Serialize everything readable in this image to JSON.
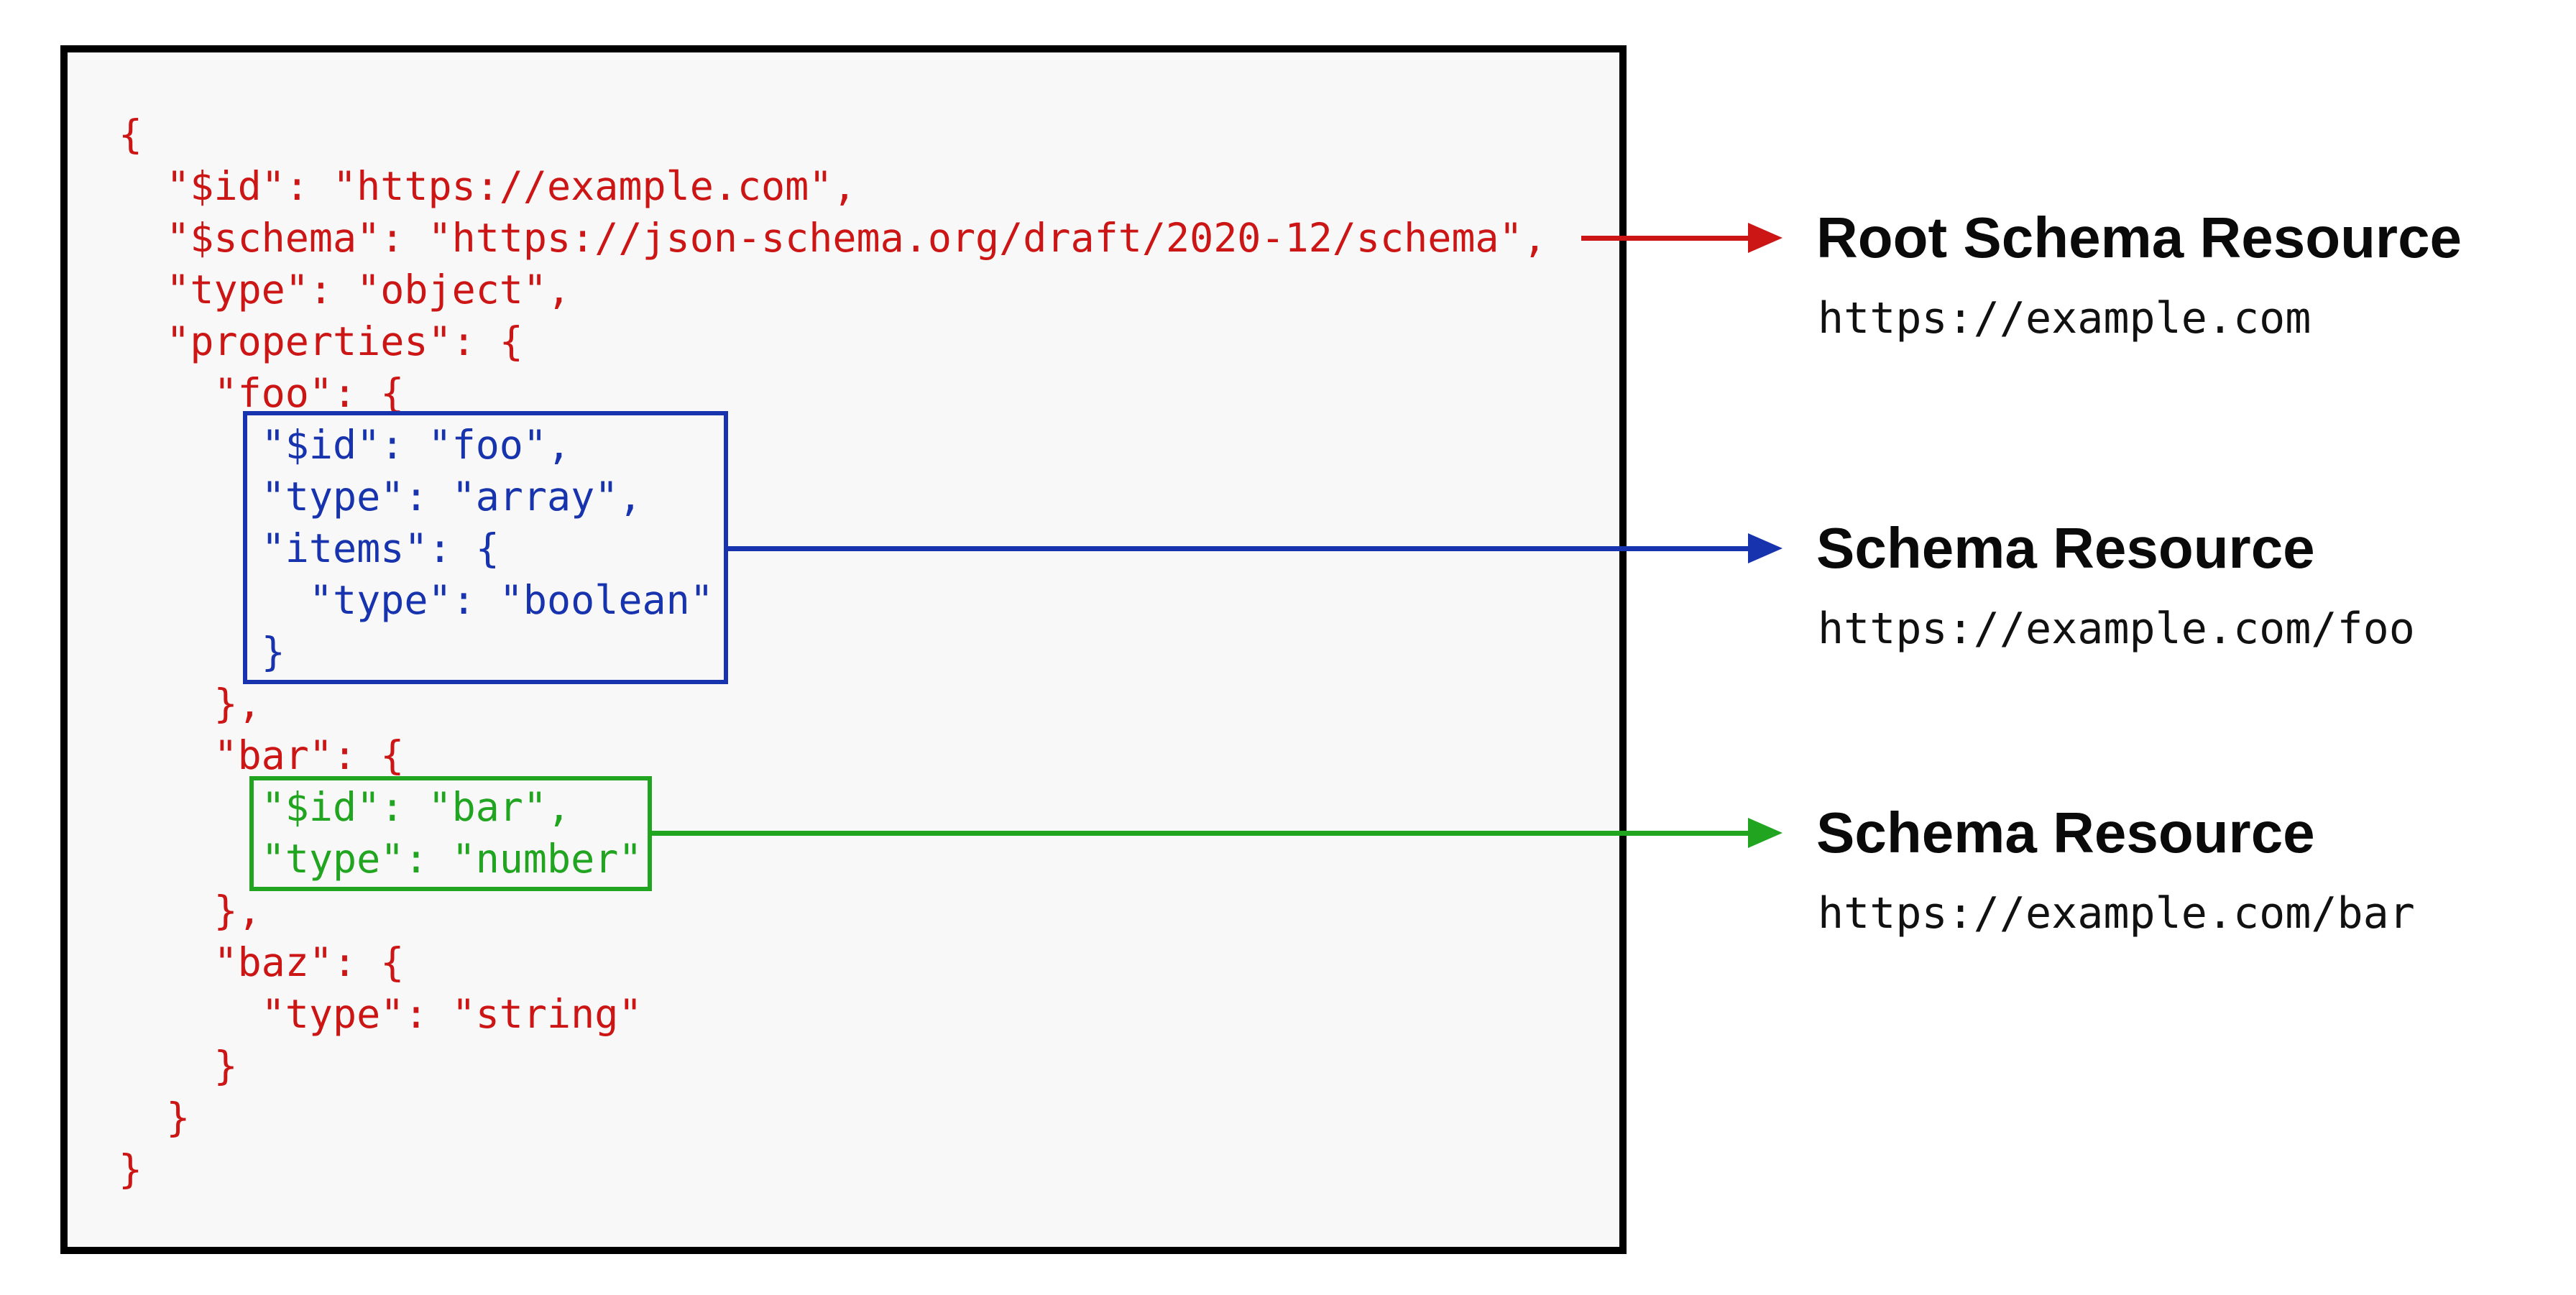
{
  "colors": {
    "code_red": "#cc1616",
    "resource_blue": "#1733ad",
    "resource_green": "#21a521",
    "panel_border": "#000000",
    "panel_background": "#f8f8f8",
    "heading_text": "#0a0a0a"
  },
  "code_box": {
    "lines": [
      {
        "text": "{"
      },
      {
        "text": "  \"$id\": \"https://example.com\","
      },
      {
        "text": "  \"$schema\": \"https://json-schema.org/draft/2020-12/schema\","
      },
      {
        "text": "  \"type\": \"object\","
      },
      {
        "text": "  \"properties\": {"
      },
      {
        "text": "    \"foo\": {"
      },
      {
        "text": "      \"$id\": \"foo\","
      },
      {
        "text": "      \"type\": \"array\","
      },
      {
        "text": "      \"items\": {"
      },
      {
        "text": "        \"type\": \"boolean\""
      },
      {
        "text": "      }"
      },
      {
        "text": "    },"
      },
      {
        "text": "    \"bar\": {"
      },
      {
        "text": "      \"$id\": \"bar\","
      },
      {
        "text": "      \"type\": \"number\""
      },
      {
        "text": "    },"
      },
      {
        "text": "    \"baz\": {"
      },
      {
        "text": "      \"type\": \"string\""
      },
      {
        "text": "    }"
      },
      {
        "text": "  }"
      },
      {
        "text": "}"
      }
    ]
  },
  "annotations": [
    {
      "title": "Root Schema Resource",
      "url": "https://example.com",
      "color": "#cc1616"
    },
    {
      "title": "Schema Resource",
      "url": "https://example.com/foo",
      "color": "#1733ad"
    },
    {
      "title": "Schema Resource",
      "url": "https://example.com/bar",
      "color": "#21a521"
    }
  ]
}
